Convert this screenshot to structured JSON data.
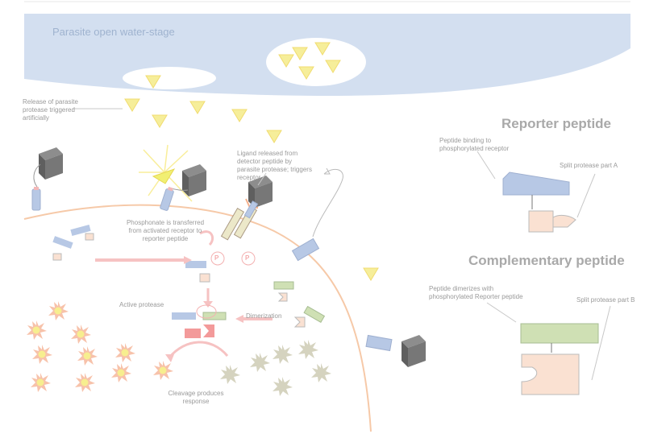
{
  "diagram": {
    "water_stage_label": "Parasite open water-stage",
    "release_label": "Release of parasite protease triggered artificially",
    "ligand_label": "Ligand released from detector peptide by parasite protease; triggers receptor.",
    "phosphonate_label": "Phosphonate is transferred from activated receptor to reporter peptide",
    "phospho_symbol": "P",
    "active_protease_label": "Active protease",
    "dimerization_label": "Dimerization",
    "cleavage_label": "Cleavage produces response",
    "reporter_title": "Reporter peptide",
    "reporter_binding_label": "Peptide binding to phosphorylated receptor",
    "split_a_label": "Split protease part A",
    "complementary_title": "Complementary peptide",
    "dimerizes_label": "Peptide dimerizes with phosphorylated Reporter peptide",
    "split_b_label": "Split protease part B"
  },
  "colors": {
    "water": "#d3dff0",
    "membrane": "#f6c9a8",
    "ligand": "#f6ee9a",
    "receptor": "#a9bfe3",
    "protease": "#fae1d2",
    "green": "#cfe0b4",
    "active_red": "#f39a9a"
  }
}
